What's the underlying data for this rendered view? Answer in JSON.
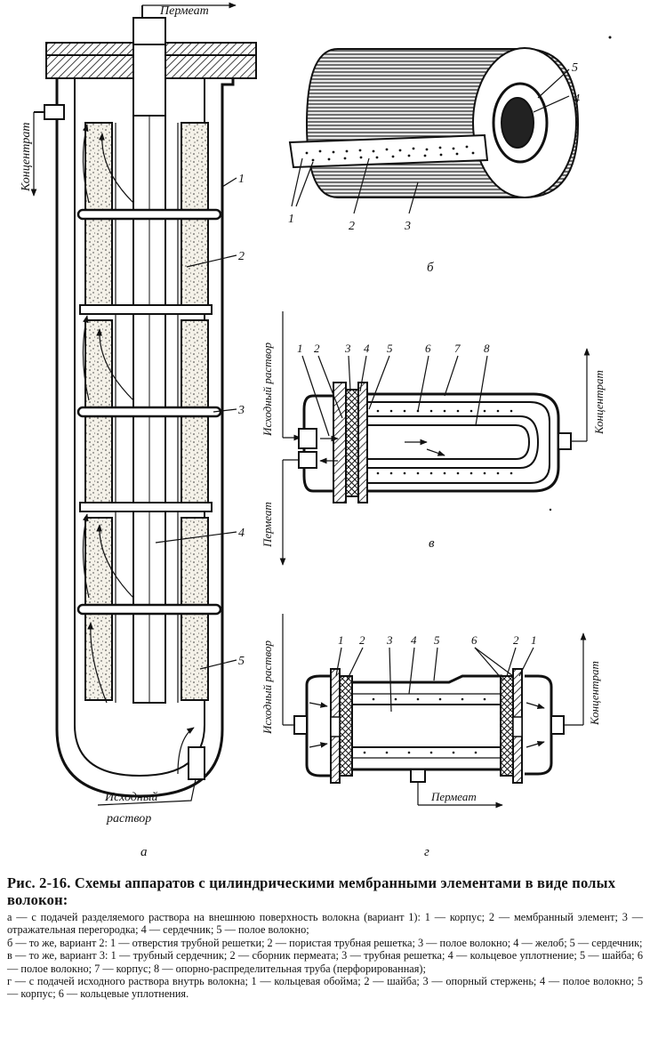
{
  "figure": {
    "panel_a": {
      "label": "а",
      "flows": {
        "permeate": "Пермеат",
        "concentrate": "Концентрат",
        "feed_line1": "Исходный",
        "feed_line2": "раствор"
      },
      "numbers": [
        "1",
        "2",
        "3",
        "4",
        "5"
      ]
    },
    "panel_b": {
      "label": "б",
      "numbers": [
        "1",
        "2",
        "3",
        "4",
        "5"
      ]
    },
    "panel_v": {
      "label": "в",
      "flows": {
        "feed": "Исходный раствор",
        "permeate": "Пермеат",
        "concentrate": "Концентрат"
      },
      "numbers": [
        "1",
        "2",
        "3",
        "4",
        "5",
        "6",
        "7",
        "8"
      ]
    },
    "panel_g": {
      "label": "г",
      "flows": {
        "feed": "Исходный раствор",
        "permeate": "Пермеат",
        "concentrate": "Концентрат"
      },
      "numbers_left": [
        "1",
        "2",
        "3",
        "4",
        "5"
      ],
      "numbers_right": [
        "6",
        "2",
        "1"
      ]
    }
  },
  "caption": {
    "title": "Рис. 2-16. Схемы аппаратов с цилиндрическими мембранными элементами в виде полых волокон:",
    "legend": [
      "а — с подачей разделяемого раствора на внешнюю поверхность волокна (вариант 1): 1 — корпус; 2 — мембранный элемент; 3 — отражательная перегородка; 4 — сердечник; 5 — полое волокно;",
      "б — то же, вариант 2: 1 — отверстия трубной решетки; 2 — пористая трубная решетка; 3 — полое волокно; 4 — желоб; 5 — сердечник;",
      "в — то же, вариант 3: 1 — трубный сердечник; 2 — сборник пермеата; 3 — трубная решетка; 4 — кольцевое уплотнение; 5 — шайба; 6 — полое волокно; 7 — корпус; 8 — опорно-распределительная труба (перфорированная);",
      "г — с подачей исходного раствора внутрь волокна; 1 — кольцевая обойма; 2 — шайба; 3 — опорный стержень; 4 — полое волокно; 5 — корпус; 6 — кольцевые уплотнения."
    ]
  }
}
